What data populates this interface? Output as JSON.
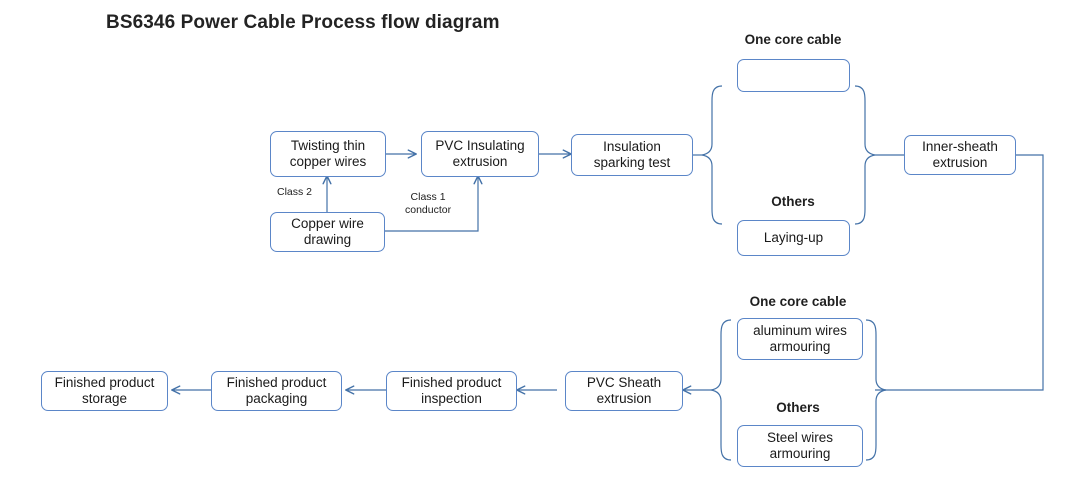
{
  "title": "BS6346 Power Cable Process flow diagram",
  "theme": {
    "box_border": "#5b86c8",
    "connector": "#4472a8",
    "thick_arrow": "#3c64a5",
    "text": "#1a1a1a",
    "background": "#ffffff"
  },
  "nodes": {
    "twisting": "Twisting thin copper wires",
    "pvc_insulating": "PVC Insulating extrusion",
    "sparking_test": "Insulation sparking test",
    "copper_drawing": "Copper wire drawing",
    "one_core_arrow": "",
    "laying_up": "Laying-up",
    "inner_sheath": "Inner-sheath extrusion",
    "aluminum_armour": "aluminum wires armouring",
    "steel_armour": "Steel wires armouring",
    "pvc_sheath": "PVC Sheath extrusion",
    "inspection": "Finished product inspection",
    "packaging": "Finished product packaging",
    "storage": "Finished product storage"
  },
  "group_headers": {
    "upper_one_core": "One core cable",
    "upper_others": "Others",
    "lower_one_core": "One core cable",
    "lower_others": "Others"
  },
  "edge_labels": {
    "class2": "Class 2",
    "class1_line1": "Class 1",
    "class1_line2": "conductor"
  },
  "icons": {
    "straight_arrow": "straight-arrow-icon",
    "brace_open": "brace-open-icon",
    "brace_close": "brace-close-icon"
  }
}
